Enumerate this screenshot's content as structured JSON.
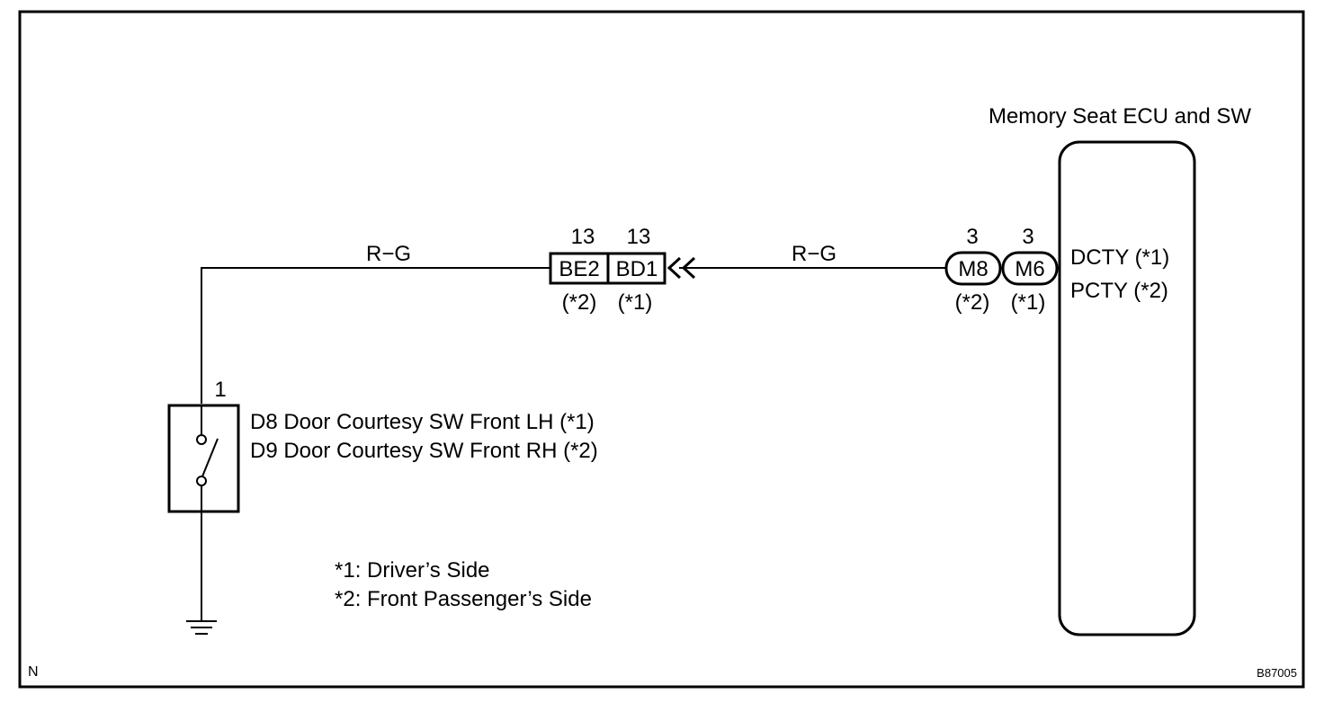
{
  "ecu": {
    "title": "Memory Seat ECU and SW",
    "terminal_1": "DCTY (*1)",
    "terminal_2": "PCTY (*2)"
  },
  "wires": {
    "left_color": "R−G",
    "right_color": "R−G"
  },
  "junction_connector": {
    "left": {
      "code": "BE2",
      "pin": "13",
      "note": "(*2)"
    },
    "right": {
      "code": "BD1",
      "pin": "13",
      "note": "(*1)"
    }
  },
  "ecu_connectors": {
    "left": {
      "code": "M8",
      "pin": "3",
      "note": "(*2)"
    },
    "right": {
      "code": "M6",
      "pin": "3",
      "note": "(*1)"
    }
  },
  "switch": {
    "pin": "1",
    "label_1": "D8 Door Courtesy SW Front LH (*1)",
    "label_2": "D9 Door Courtesy SW Front RH (*2)"
  },
  "legend": {
    "note_1": "*1: Driver’s Side",
    "note_2": "*2: Front Passenger’s Side"
  },
  "corner": {
    "left": "N",
    "right": "B87005"
  },
  "colors": {
    "line": "#000000",
    "background": "#ffffff"
  }
}
